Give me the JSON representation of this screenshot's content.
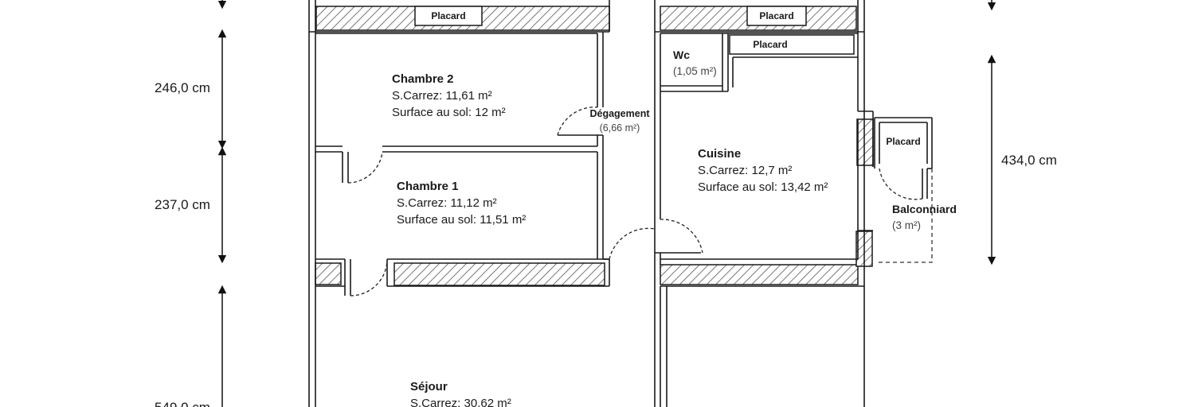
{
  "dimensions": {
    "d1": "246,0 cm",
    "d2": "237,0 cm",
    "d3": "549,0 cm",
    "d4": "434,0 cm"
  },
  "rooms": {
    "chambre2": {
      "name": "Chambre 2",
      "carrez": "S.Carrez: 11,61 m²",
      "sol": "Surface au sol: 12 m²"
    },
    "chambre1": {
      "name": "Chambre 1",
      "carrez": "S.Carrez: 11,12 m²",
      "sol": "Surface au sol: 11,51 m²"
    },
    "degagement": {
      "name": "Dégagement",
      "area": "(6,66 m²)"
    },
    "wc": {
      "name": "Wc",
      "area": "(1,05 m²)"
    },
    "cuisine": {
      "name": "Cuisine",
      "carrez": "S.Carrez: 12,7 m²",
      "sol": "Surface au sol: 13,42 m²"
    },
    "balconniard": {
      "name": "Balconniard",
      "area": "(3 m²)"
    },
    "sejour": {
      "name": "Séjour",
      "carrez": "S.Carrez: 30,62 m²"
    }
  },
  "placards": {
    "p1": "Placard",
    "p2": "Placard",
    "p3": "Placard",
    "p4": "Placard"
  },
  "colors": {
    "wall": "#1a1a1a",
    "hatch": "#555555",
    "background": "#ffffff"
  }
}
